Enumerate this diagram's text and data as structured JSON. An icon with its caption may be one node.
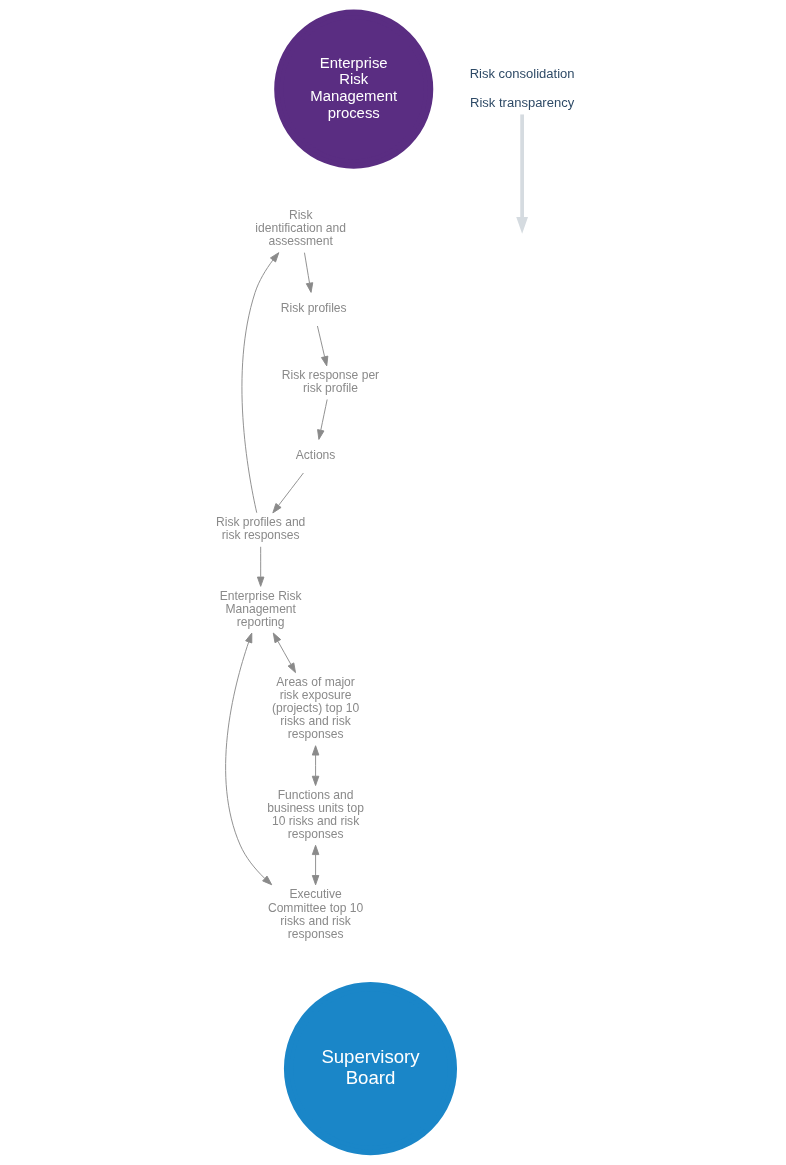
{
  "diagram": {
    "nodes": [
      {
        "text": [
          "Enterprise Risk Management process"
        ]
      },
      {
        "text": [
          "Risk response per risk profile"
        ]
      },
      {
        "text": [
          "Actions"
        ]
      },
      {
        "text": [
          "Risk profiles and risk responses"
        ]
      },
      {
        "text": [
          "Risk identification and assessment"
        ]
      },
      {
        "text": [
          "Risk profiles"
        ]
      },
      {
        "text": [
          "Supervisory Board"
        ]
      },
      {
        "text": [
          "Executive Committee top 10 risks and risk responses"
        ]
      },
      {
        "text": [
          "Enterprise Risk Management reporting"
        ]
      },
      {
        "text": [
          "Areas of major risk exposure (projects) top 10 risks and risk responses"
        ]
      },
      {
        "text": [
          "Functions and business units top 10 risks and risk responses"
        ]
      },
      {
        "text": [
          "Risk consolidation",
          "Risk transparency"
        ]
      }
    ],
    "edges": [
      {
        "from": 1,
        "to": 2,
        "arrow": "to"
      },
      {
        "from": 2,
        "to": 3,
        "arrow": "to"
      },
      {
        "from": 3,
        "to": 4,
        "arrow": "to"
      },
      {
        "from": 4,
        "to": 5,
        "arrow": "to"
      },
      {
        "from": 5,
        "to": 1,
        "arrow": "to"
      },
      {
        "from": 3,
        "to": 8,
        "arrow": "to"
      },
      {
        "from": 7,
        "to": 8,
        "arrow": "both"
      },
      {
        "from": 8,
        "to": 9,
        "arrow": "both"
      },
      {
        "from": 9,
        "to": 10,
        "arrow": "both"
      },
      {
        "from": 10,
        "to": 7,
        "arrow": "both"
      },
      {
        "from": 11,
        "to": null,
        "arrow": "to",
        "style": "thick",
        "color": "#d5dbe0"
      }
    ]
  }
}
